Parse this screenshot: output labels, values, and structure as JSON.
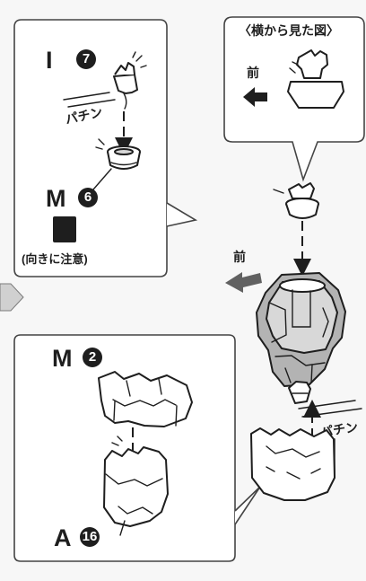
{
  "title": "",
  "labels": {
    "part_i": "I",
    "part_i_number": "7",
    "part_m_upper": "M",
    "part_m_upper_number": "6",
    "part_m_lower": "M",
    "part_m_lower_number": "2",
    "part_a": "A",
    "part_a_number": "16",
    "warning_mark": "!",
    "warning_note": "(向きに注意)",
    "side_view": "〈横から見た図〉",
    "front_top": "前",
    "front_right": "前",
    "snap_left": "パチン",
    "snap_right": "パチン"
  },
  "colors": {
    "ink": "#1e1e1e",
    "panel_fill": "#ffffff",
    "page_bg": "#f7f7f7",
    "arrow_gray": "#616161",
    "part_gray": "#d8d8d8",
    "part_dark": "#b3b3b3"
  },
  "icons": {
    "warning": "warning-sign-icon",
    "direction": "front-arrow-icon",
    "snap": "snap-sound-icon"
  }
}
